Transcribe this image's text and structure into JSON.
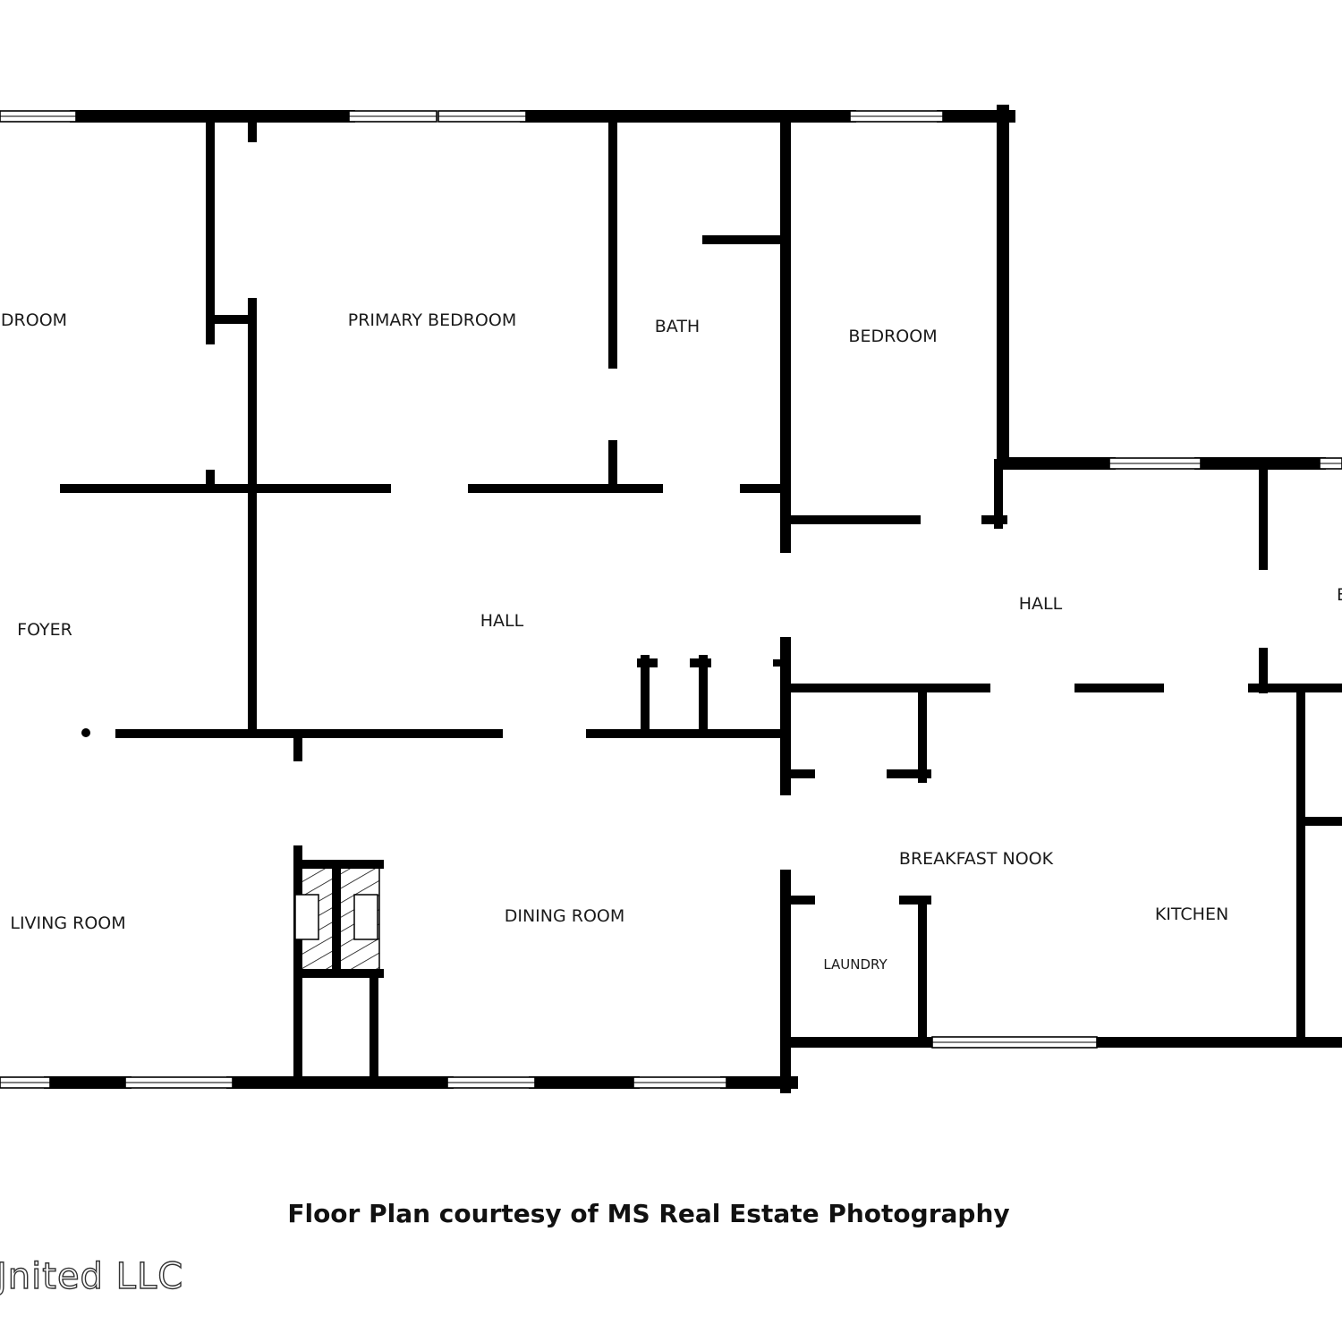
{
  "floor_plan": {
    "rooms": {
      "bedroom_left": "DROOM",
      "primary_bedroom": "PRIMARY BEDROOM",
      "bath": "BATH",
      "bedroom_right": "BEDROOM",
      "foyer": "FOYER",
      "hall_left": "HALL",
      "hall_right": "HALL",
      "hall_right_edge_fragment": "E",
      "living_room": "LIVING ROOM",
      "dining_room": "DINING ROOM",
      "breakfast_nook": "BREAKFAST NOOK",
      "kitchen": "KITCHEN",
      "laundry": "LAUNDRY"
    },
    "credit": "Floor Plan courtesy of MS Real Estate Photography",
    "watermark": "Jnited LLC",
    "colors": {
      "wall": "#000000",
      "background": "#ffffff",
      "window": "#ffffff"
    }
  }
}
